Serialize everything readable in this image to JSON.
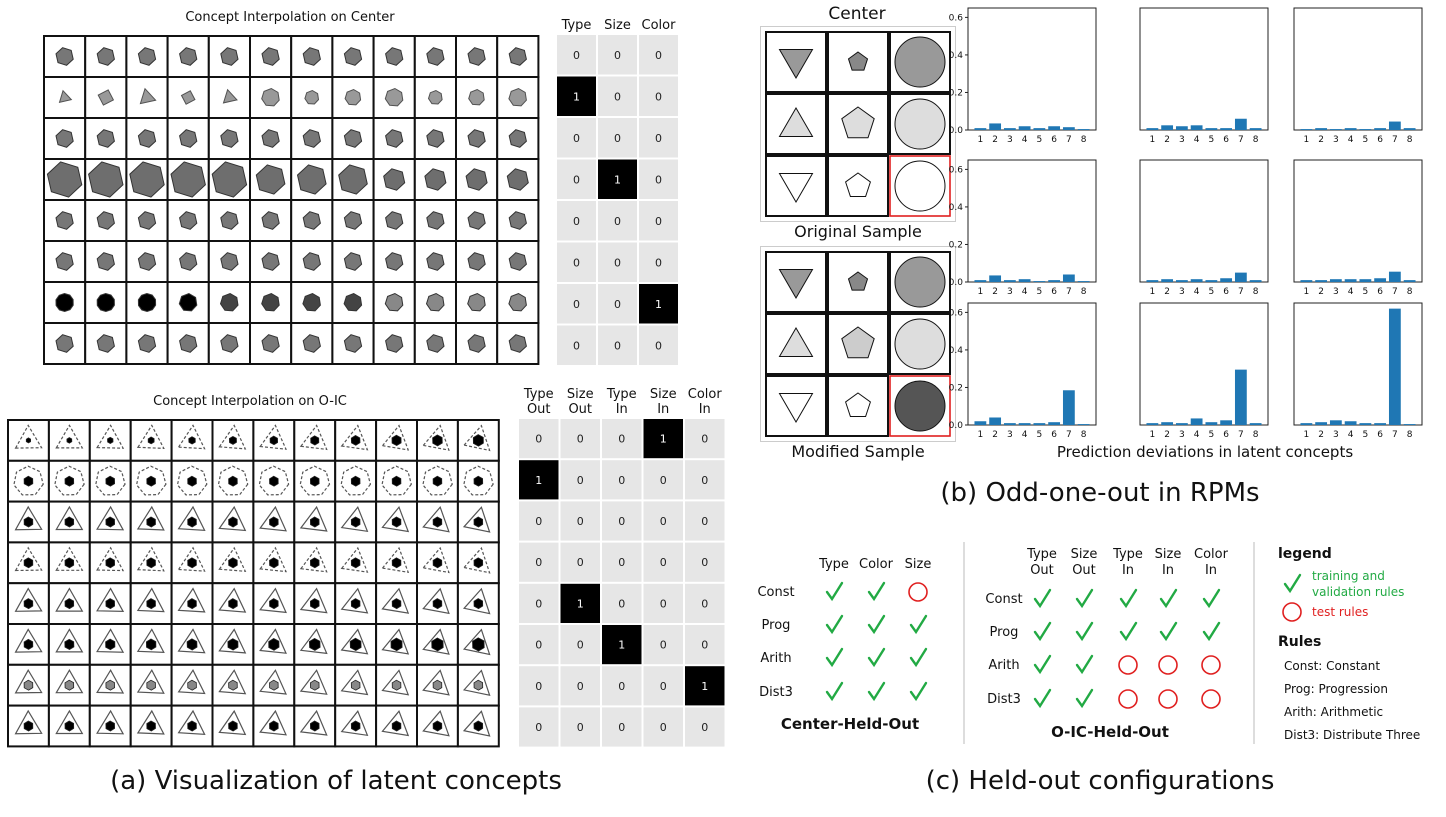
{
  "panel_a": {
    "center_title": "Concept Interpolation on Center",
    "center_headers": [
      "Type",
      "Size",
      "Color"
    ],
    "center_matrix": [
      [
        0,
        0,
        0
      ],
      [
        1,
        0,
        0
      ],
      [
        0,
        0,
        0
      ],
      [
        0,
        1,
        0
      ],
      [
        0,
        0,
        0
      ],
      [
        0,
        0,
        0
      ],
      [
        0,
        0,
        1
      ],
      [
        0,
        0,
        0
      ]
    ],
    "oic_title": "Concept Interpolation on O-IC",
    "oic_headers": [
      [
        "Type",
        "Out"
      ],
      [
        "Size",
        "Out"
      ],
      [
        "Type",
        "In"
      ],
      [
        "Size",
        "In"
      ],
      [
        "Color",
        "In"
      ]
    ],
    "oic_matrix": [
      [
        0,
        0,
        0,
        1,
        0
      ],
      [
        1,
        0,
        0,
        0,
        0
      ],
      [
        0,
        0,
        0,
        0,
        0
      ],
      [
        0,
        0,
        0,
        0,
        0
      ],
      [
        0,
        1,
        0,
        0,
        0
      ],
      [
        0,
        0,
        1,
        0,
        0
      ],
      [
        0,
        0,
        0,
        0,
        1
      ],
      [
        0,
        0,
        0,
        0,
        0
      ]
    ],
    "caption": "(a) Visualization of latent concepts"
  },
  "panel_b": {
    "center_label": "Center",
    "original_label": "Original Sample",
    "modified_label": "Modified Sample",
    "xlabel": "Prediction deviations in latent concepts",
    "caption": "(b) Odd-one-out in RPMs",
    "chart_data": {
      "type": "bar",
      "categories": [
        "1",
        "2",
        "3",
        "4",
        "5",
        "6",
        "7",
        "8"
      ],
      "ylim": [
        0,
        0.65
      ],
      "yticks": [
        "0.0",
        "0.2",
        "0.4",
        "0.6"
      ],
      "series": [
        {
          "values": [
            0.01,
            0.035,
            0.01,
            0.02,
            0.01,
            0.02,
            0.015,
            0.005
          ]
        },
        {
          "values": [
            0.01,
            0.025,
            0.02,
            0.025,
            0.01,
            0.01,
            0.06,
            0.01
          ]
        },
        {
          "values": [
            0.005,
            0.01,
            0.005,
            0.01,
            0.005,
            0.01,
            0.045,
            0.01
          ]
        },
        {
          "values": [
            0.01,
            0.035,
            0.01,
            0.015,
            0.005,
            0.01,
            0.04,
            0.005
          ]
        },
        {
          "values": [
            0.01,
            0.015,
            0.01,
            0.015,
            0.01,
            0.02,
            0.05,
            0.01
          ]
        },
        {
          "values": [
            0.01,
            0.01,
            0.015,
            0.015,
            0.015,
            0.02,
            0.055,
            0.01
          ]
        },
        {
          "values": [
            0.02,
            0.04,
            0.01,
            0.01,
            0.01,
            0.015,
            0.185,
            0.005
          ]
        },
        {
          "values": [
            0.01,
            0.015,
            0.01,
            0.035,
            0.015,
            0.025,
            0.295,
            0.01
          ]
        },
        {
          "values": [
            0.01,
            0.015,
            0.025,
            0.02,
            0.01,
            0.01,
            0.62,
            0.005
          ]
        }
      ]
    }
  },
  "panel_c": {
    "center_cols": [
      "Type",
      "Color",
      "Size"
    ],
    "center_rows": [
      {
        "name": "Const",
        "marks": [
          "check",
          "check",
          "circle"
        ]
      },
      {
        "name": "Prog",
        "marks": [
          "check",
          "check",
          "check"
        ]
      },
      {
        "name": "Arith",
        "marks": [
          "check",
          "check",
          "check"
        ]
      },
      {
        "name": "Dist3",
        "marks": [
          "check",
          "check",
          "check"
        ]
      }
    ],
    "center_title": "Center-Held-Out",
    "oic_cols": [
      [
        "Type",
        "Out"
      ],
      [
        "Size",
        "Out"
      ],
      [
        "Type",
        "In"
      ],
      [
        "Size",
        "In"
      ],
      [
        "Color",
        "In"
      ]
    ],
    "oic_rows": [
      {
        "name": "Const",
        "marks": [
          "check",
          "check",
          "check",
          "check",
          "check"
        ]
      },
      {
        "name": "Prog",
        "marks": [
          "check",
          "check",
          "check",
          "check",
          "check"
        ]
      },
      {
        "name": "Arith",
        "marks": [
          "check",
          "check",
          "circle",
          "circle",
          "circle"
        ]
      },
      {
        "name": "Dist3",
        "marks": [
          "check",
          "check",
          "circle",
          "circle",
          "circle"
        ]
      }
    ],
    "oic_title": "O-IC-Held-Out",
    "legend_title": "legend",
    "legend_train": [
      "training and",
      "validation rules"
    ],
    "legend_test": "test rules",
    "rules_title": "Rules",
    "rules": [
      "Const: Constant",
      "Prog: Progression",
      "Arith: Arithmetic",
      "Dist3: Distribute Three"
    ],
    "caption": "(c) Held-out configurations",
    "colors": {
      "check": "#22aa44",
      "circle": "#e02020"
    }
  }
}
